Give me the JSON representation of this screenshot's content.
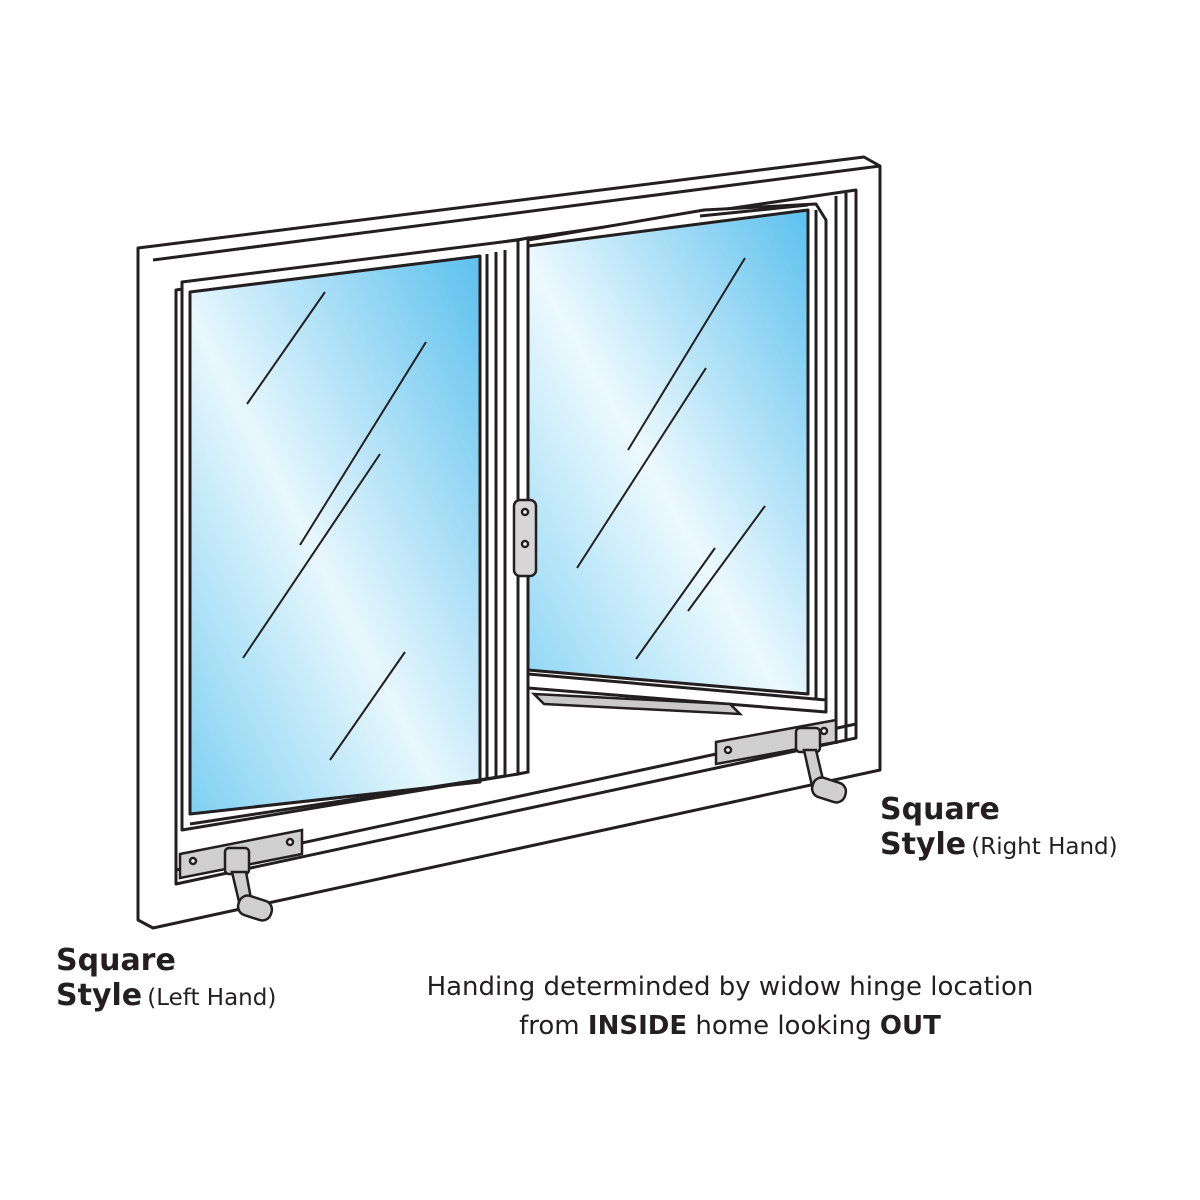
{
  "labels": {
    "left": {
      "title": "Square",
      "style_word": "Style",
      "hand": "(Left Hand)"
    },
    "right": {
      "title": "Square",
      "style_word": "Style",
      "hand": "(Right Hand)"
    }
  },
  "caption": {
    "line1": "Handing determinded by widow hinge location",
    "line2_prefix": "from ",
    "line2_bold1": "INSIDE",
    "line2_middle": " home looking ",
    "line2_bold2": "OUT"
  },
  "colors": {
    "outline": "#231f20",
    "frame_fill": "#ffffff",
    "glass_light": "#e6f6fd",
    "glass_mid": "#bfe5f8",
    "glass_dark": "#6cc6ef",
    "hardware": "#c9c9c9"
  },
  "icons": [
    "window-frame-icon",
    "casement-sash-icon",
    "crank-operator-icon",
    "sash-lock-icon"
  ]
}
